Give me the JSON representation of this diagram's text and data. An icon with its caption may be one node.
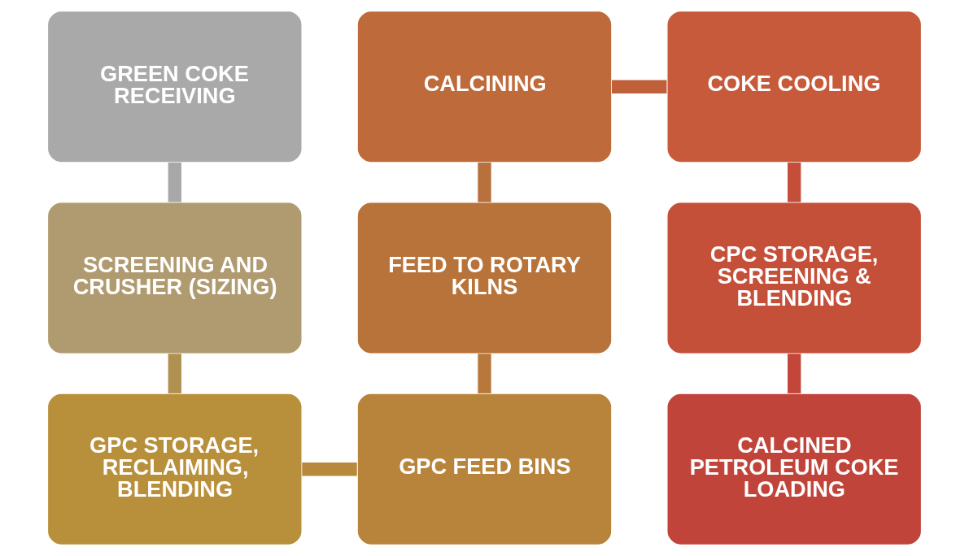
{
  "diagram": {
    "nodes": [
      {
        "text": [
          "GREEN COKE RECEIVING"
        ]
      },
      {
        "text": [
          "CALCINING"
        ]
      },
      {
        "text": [
          "COKE COOLING"
        ]
      },
      {
        "text": [
          "SCREENING AND CRUSHER (SIZING)"
        ]
      },
      {
        "text": [
          "FEED TO ROTARY KILNS"
        ]
      },
      {
        "text": [
          "CPC STORAGE, SCREENING & BLENDING"
        ]
      },
      {
        "text": [
          "GPC STORAGE, RECLAIMING, BLENDING"
        ]
      },
      {
        "text": [
          "GPC FEED BINS"
        ]
      },
      {
        "text": [
          "CALCINED PETROLEUM COKE LOADING"
        ]
      }
    ],
    "edges": [
      {
        "from": 0,
        "to": 3,
        "arrow": "none",
        "color": "#a8a8a8"
      },
      {
        "from": 3,
        "to": 6,
        "arrow": "none",
        "color": "#b09050"
      },
      {
        "from": 6,
        "to": 7,
        "arrow": "none",
        "color": "#b8883c"
      },
      {
        "from": 1,
        "to": 4,
        "arrow": "none",
        "color": "#b8703c"
      },
      {
        "from": 4,
        "to": 7,
        "arrow": "none",
        "color": "#b8783c"
      },
      {
        "from": 1,
        "to": 2,
        "arrow": "none",
        "color": "#c0603a"
      },
      {
        "from": 2,
        "to": 5,
        "arrow": "none",
        "color": "#c44e3a"
      },
      {
        "from": 5,
        "to": 8,
        "arrow": "none",
        "color": "#c4463a"
      }
    ]
  }
}
